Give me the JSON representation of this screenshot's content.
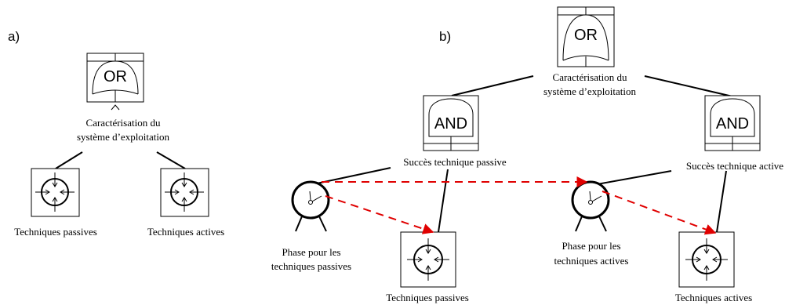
{
  "panel_a": {
    "label": "a)",
    "or_gate": "OR",
    "root_line1": "Caractérisation du",
    "root_line2": "système d’exploitation",
    "leaf_left": "Techniques passives",
    "leaf_right": "Techniques actives"
  },
  "panel_b": {
    "label": "b)",
    "or_gate": "OR",
    "root_line1": "Caractérisation du",
    "root_line2": "système d’exploitation",
    "and_left": "AND",
    "and_right": "AND",
    "success_left": "Succès technique passive",
    "success_right": "Succès technique active",
    "phase_left_line1": "Phase pour les",
    "phase_left_line2": "techniques passives",
    "phase_right_line1": "Phase pour les",
    "phase_right_line2": "techniques actives",
    "leaf_left": "Techniques passives",
    "leaf_right": "Techniques actives"
  },
  "colors": {
    "arrow": "#e00000",
    "line": "#000000"
  }
}
